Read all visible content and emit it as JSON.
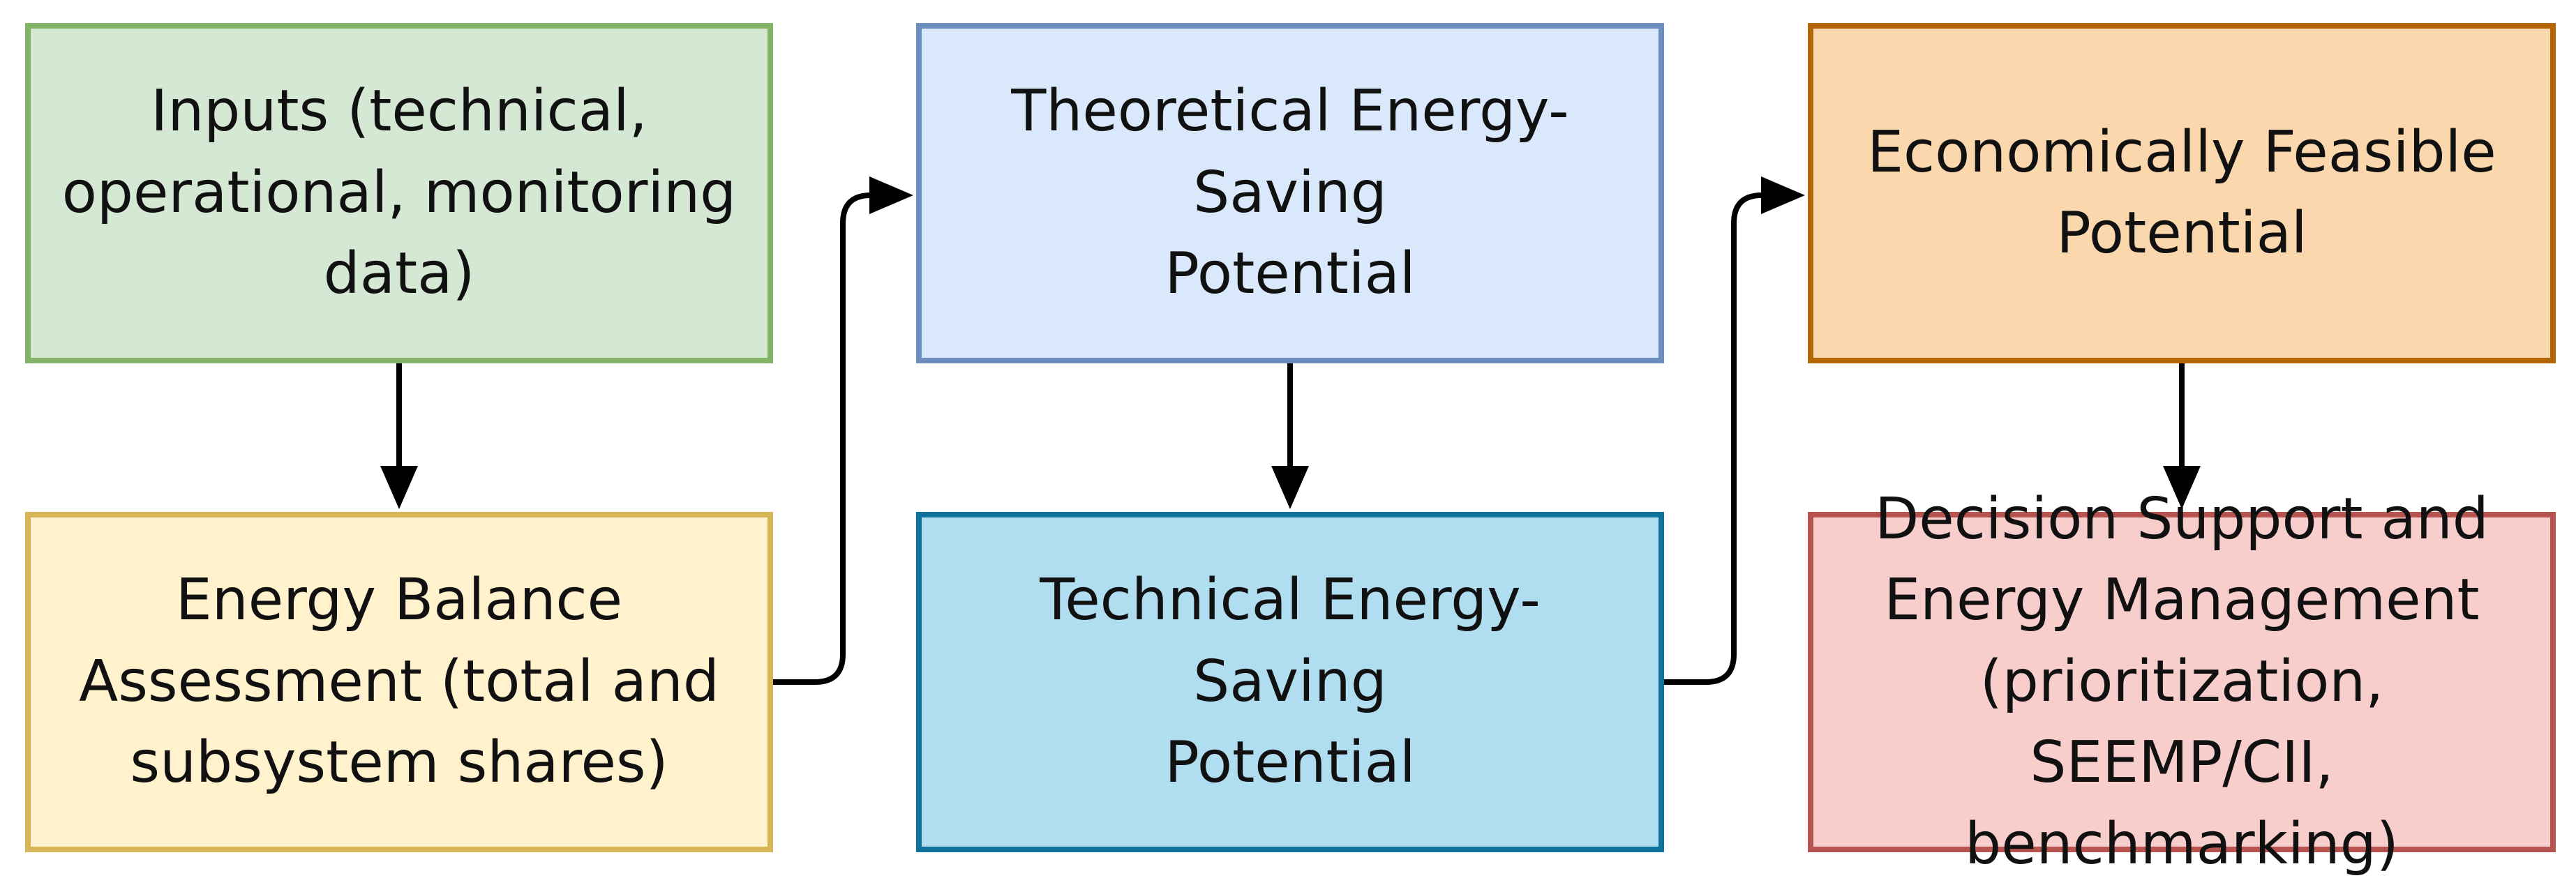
{
  "diagram": {
    "boxes": {
      "inputs": "Inputs (technical,\noperational, monitoring\ndata)",
      "balance": "Energy Balance\nAssessment (total and\nsubsystem shares)",
      "theoretical": "Theoretical Energy-Saving\nPotential",
      "technical": "Technical Energy-Saving\nPotential",
      "economic": "Economically Feasible\nPotential",
      "decision": "Decision Support and\nEnergy Management\n(prioritization, SEEMP/CII,\nbenchmarking)"
    },
    "colors": {
      "inputs_fill": "#d5e8d4",
      "inputs_stroke": "#82b366",
      "balance_fill": "#fff2cc",
      "balance_stroke": "#d6b656",
      "theoretical_fill": "#dae8fc",
      "theoretical_stroke": "#6c8ebf",
      "technical_fill": "#b1ddf0",
      "technical_stroke": "#10739e",
      "economic_fill": "#fad7ac",
      "economic_stroke": "#b46504",
      "decision_fill": "#f8cecc",
      "decision_stroke": "#b85450",
      "arrow": "#000000"
    }
  }
}
